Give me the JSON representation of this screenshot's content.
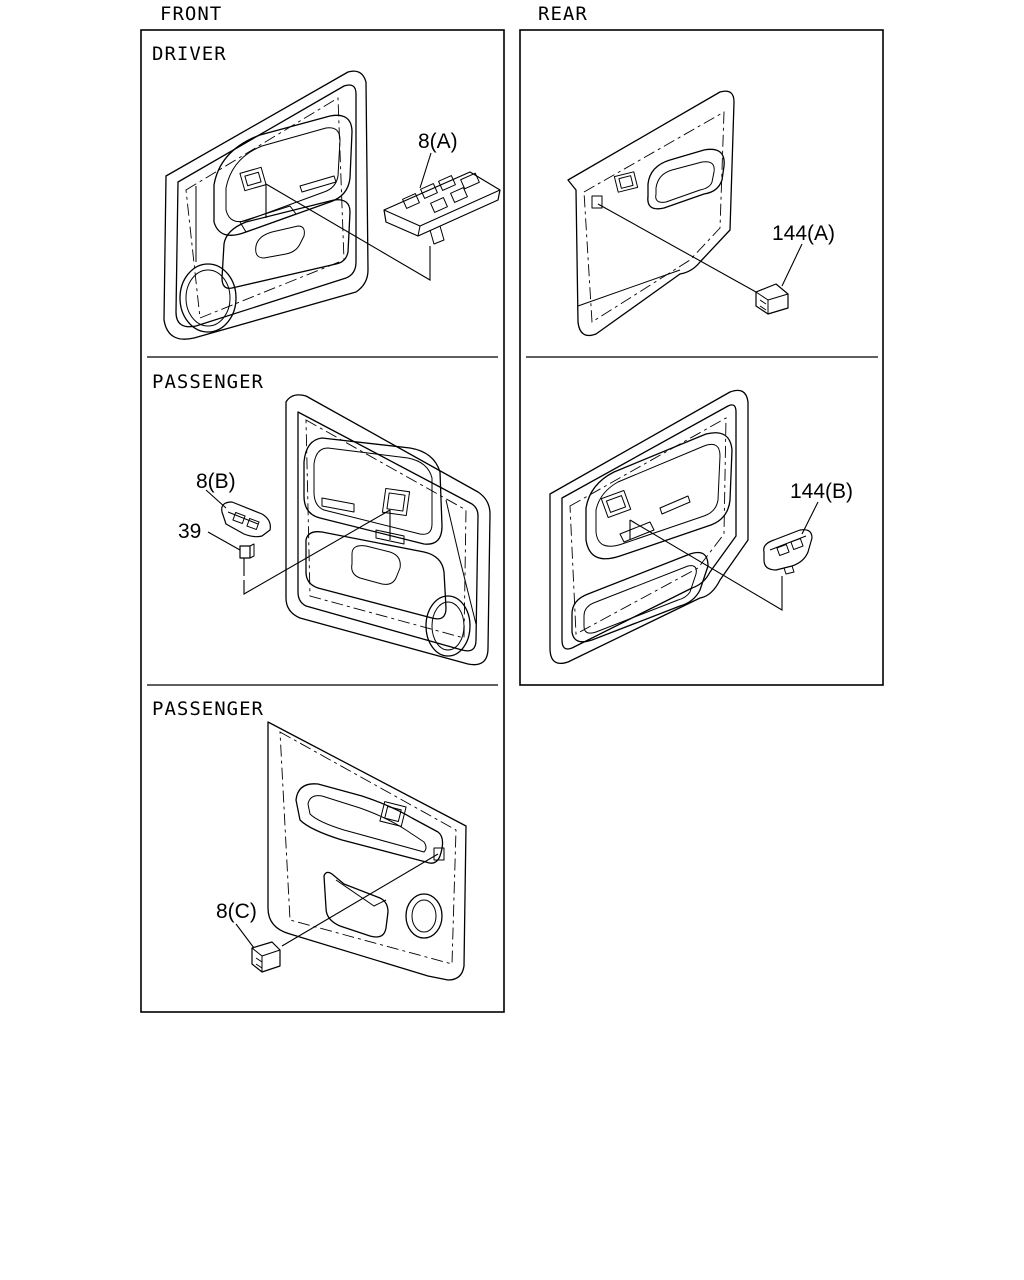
{
  "sections": {
    "front": "FRONT",
    "rear": "REAR"
  },
  "panels": {
    "driver": "DRIVER",
    "passenger_1": "PASSENGER",
    "passenger_2": "PASSENGER"
  },
  "callouts": {
    "c8a": "8(A)",
    "c8b": "8(B)",
    "c39": "39",
    "c8c": "8(C)",
    "c144a": "144(A)",
    "c144b": "144(B)"
  }
}
